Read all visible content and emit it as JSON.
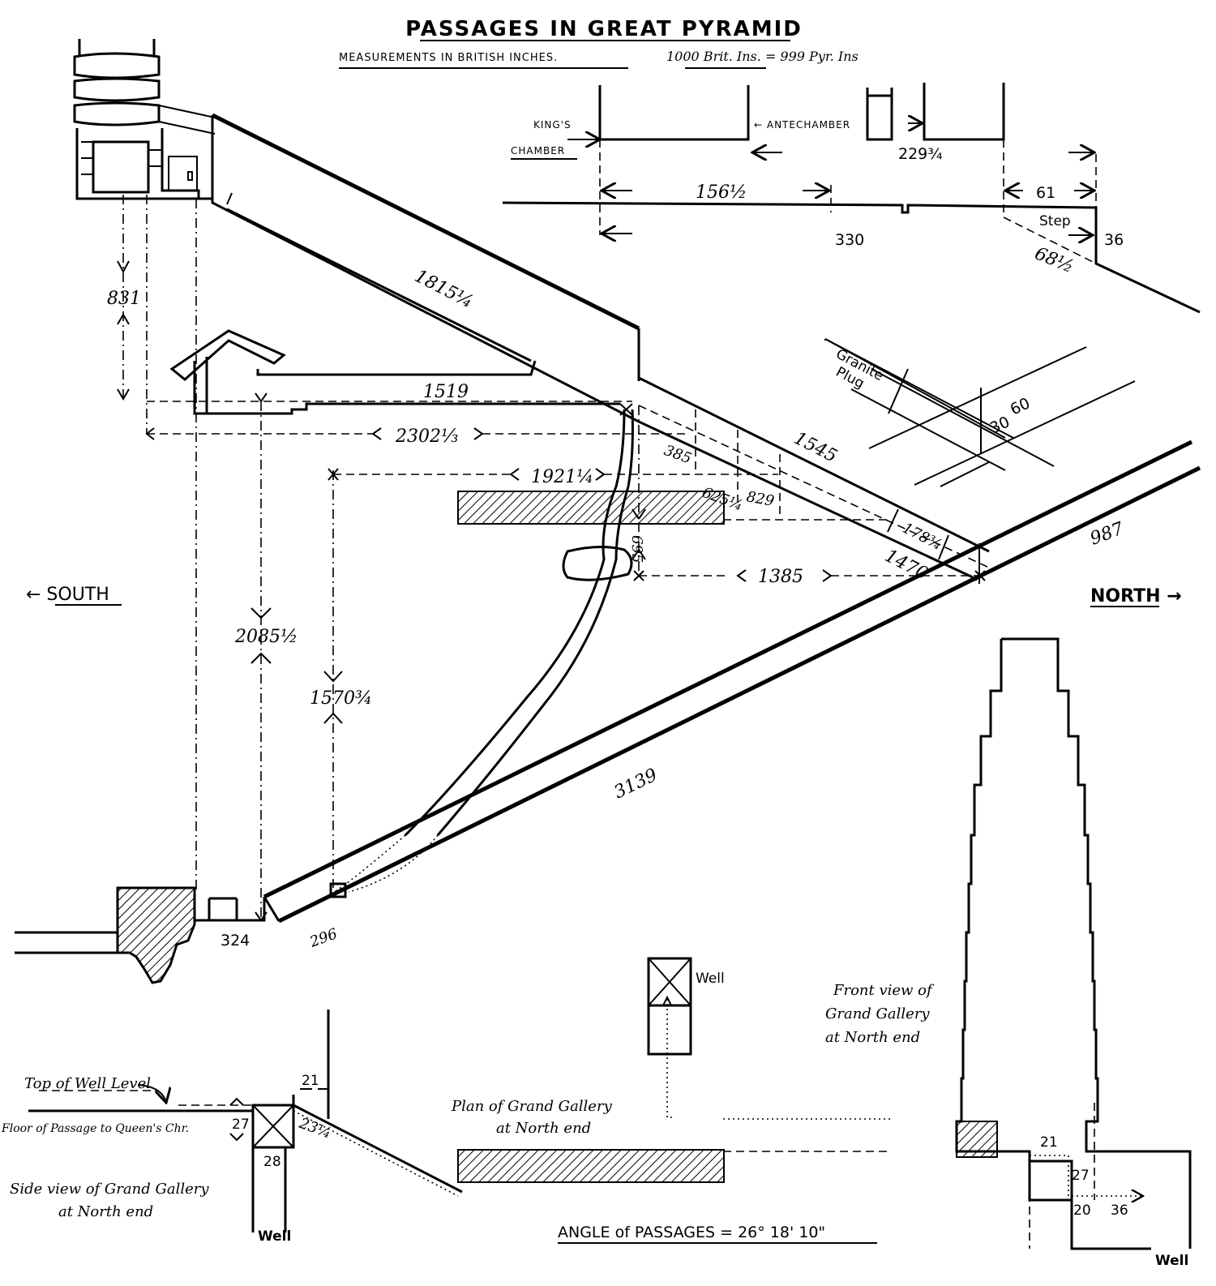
{
  "title": "PASSAGES IN GREAT PYRAMID",
  "subtitle": {
    "units": "MEASUREMENTS IN BRITISH INCHES.",
    "conversion": "1000 Brit. Ins. = 999 Pyr. Ins"
  },
  "directions": {
    "south": "← SOUTH",
    "north": "NORTH →"
  },
  "chambers": {
    "kings_a": "KING'S",
    "kings_b": "CHAMBER",
    "antechamber": "← ANTECHAMBER"
  },
  "step": "Step",
  "granite_plug": {
    "a": "Granite",
    "b": "Plug"
  },
  "measurements": {
    "m229": "229¾",
    "m156": "156½",
    "m61": "61",
    "m330": "330",
    "m36": "36",
    "m68": "68½",
    "m1815": "1815¼",
    "m831": "831",
    "m1519": "1519",
    "m2302": "2302⅓",
    "m1921": "1921¼",
    "m385": "385",
    "m625": "625¼",
    "m829": "829",
    "m1545": "1545",
    "m60": "60",
    "m30": "30",
    "m695": "695",
    "m178": "178¾",
    "m1470": "1470",
    "m987": "987",
    "m1385": "1385",
    "m2085": "2085½",
    "m1570": "1570¾",
    "m3139": "3139",
    "m324": "324",
    "m296": "296"
  },
  "side_view": {
    "top_of_well": "Top of Well Level",
    "floor_passage": "Floor of Passage to Queen's Chr.",
    "m21": "21",
    "m27": "27",
    "m23": "23¼",
    "m28": "28",
    "caption_a": "Side view of Grand Gallery",
    "caption_b": "at North end",
    "well": "Well"
  },
  "plan_view": {
    "well": "Well",
    "caption_a": "Plan of Grand Gallery",
    "caption_b": "at North end"
  },
  "front_view": {
    "caption_a": "Front view of",
    "caption_b": "Grand Gallery",
    "caption_c": "at North end",
    "m21": "21",
    "m27": "27",
    "m20": "20",
    "m36": "36",
    "well": "Well"
  },
  "angle": "ANGLE of PASSAGES = 26° 18' 10\""
}
